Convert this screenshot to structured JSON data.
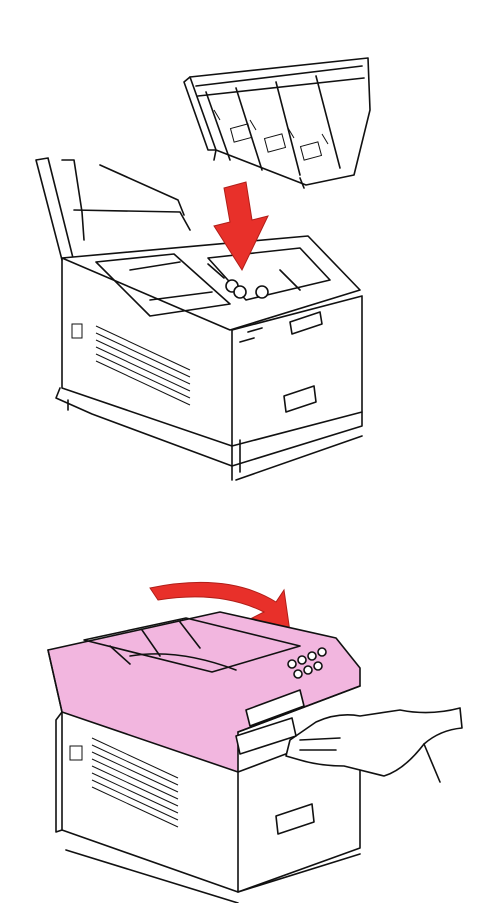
{
  "illustrations": [
    {
      "id": "install-drum-unit",
      "arrow_direction": "down",
      "accent_color": "#e8302a"
    },
    {
      "id": "close-top-cover",
      "arrow_direction": "clockwise",
      "accent_color": "#e8302a",
      "highlight_color": "#f2b6df"
    }
  ],
  "device": {
    "icons": [
      "printer-icon",
      "drum-cartridge-icon",
      "hand-icon",
      "control-panel-icon"
    ]
  }
}
